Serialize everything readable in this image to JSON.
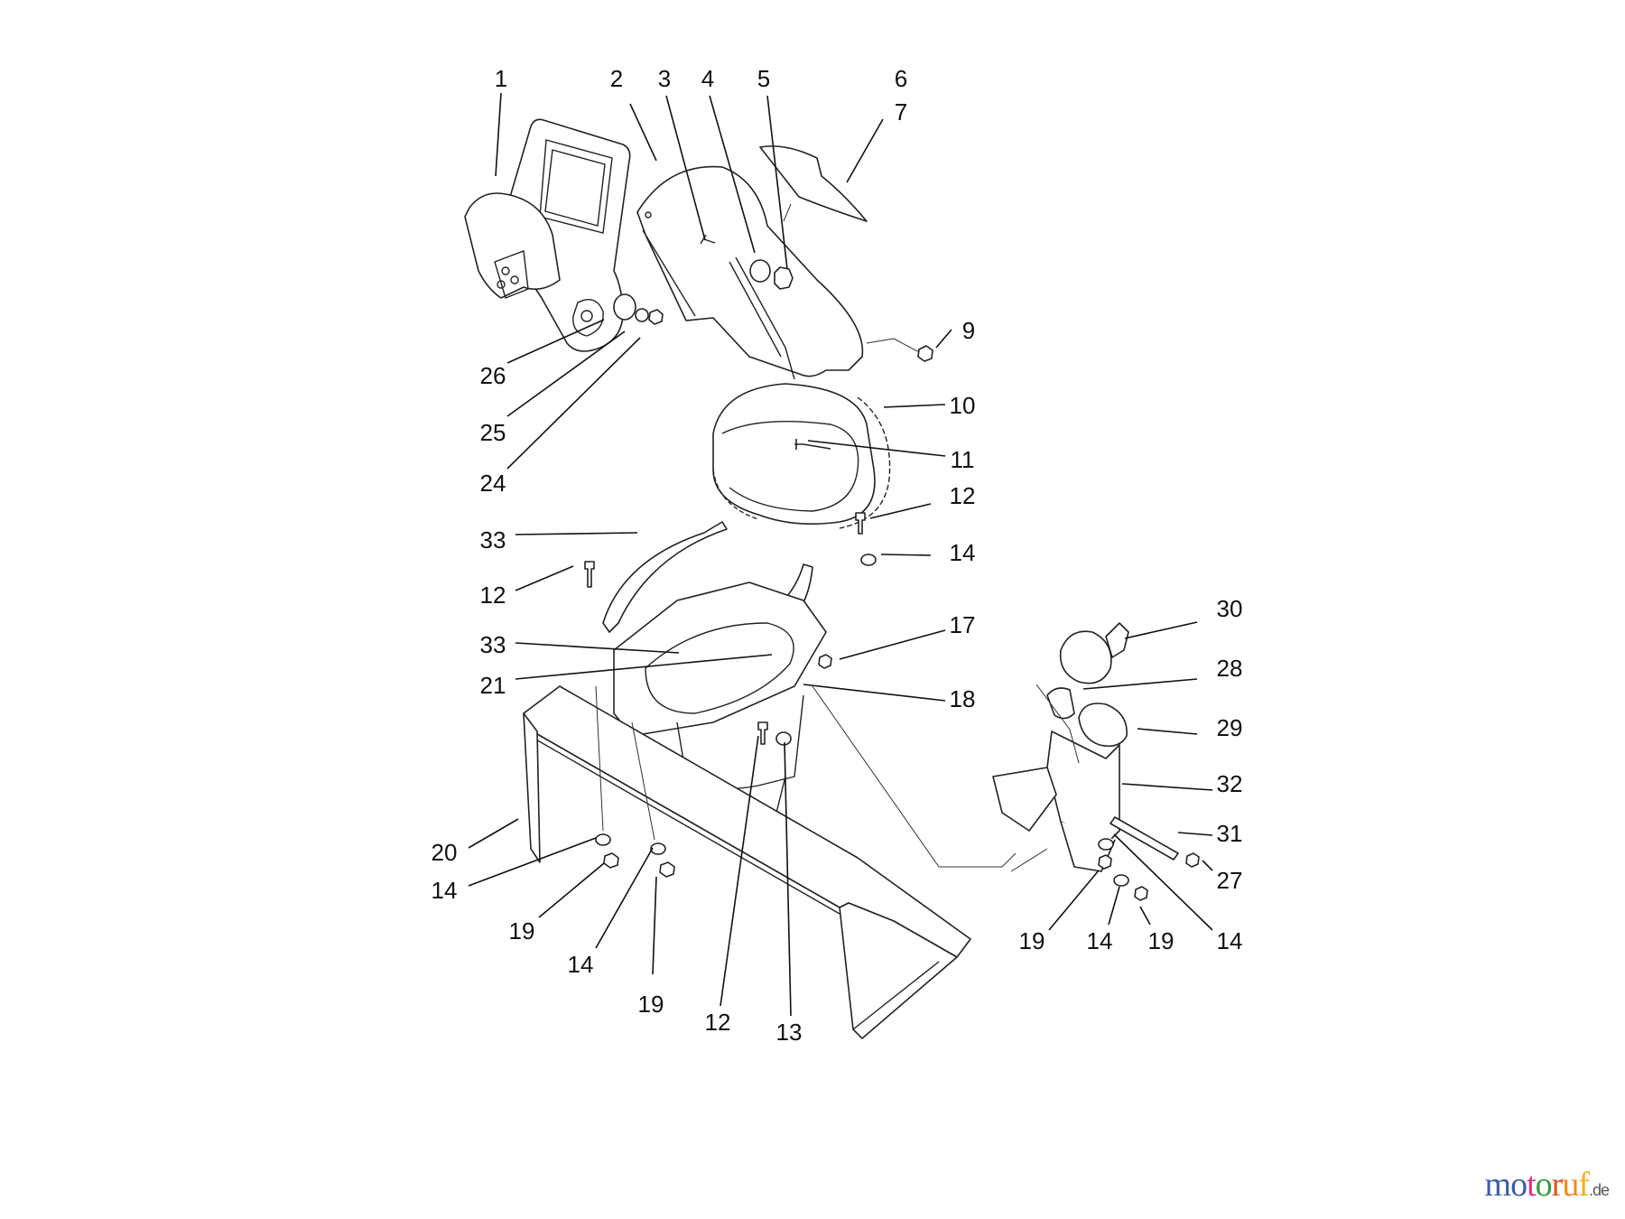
{
  "diagram": {
    "labels": [
      "1",
      "2",
      "3",
      "4",
      "5",
      "6",
      "7",
      "9",
      "10",
      "11",
      "12",
      "14",
      "17",
      "18",
      "26",
      "25",
      "24",
      "33",
      "12",
      "33",
      "21",
      "20",
      "14",
      "19",
      "14",
      "19",
      "12",
      "13",
      "30",
      "28",
      "29",
      "32",
      "31",
      "27",
      "14",
      "19",
      "14",
      "19"
    ]
  },
  "watermark": {
    "text": "motoruf",
    "suffix": ".de",
    "letters": [
      "m",
      "o",
      "t",
      "o",
      "r",
      "u",
      "f"
    ],
    "colors": [
      "#3b5ba9",
      "#3b5ba9",
      "#e0308a",
      "#2f9e3f",
      "#e8501c",
      "#f08c1a",
      "#f2b21a"
    ]
  }
}
